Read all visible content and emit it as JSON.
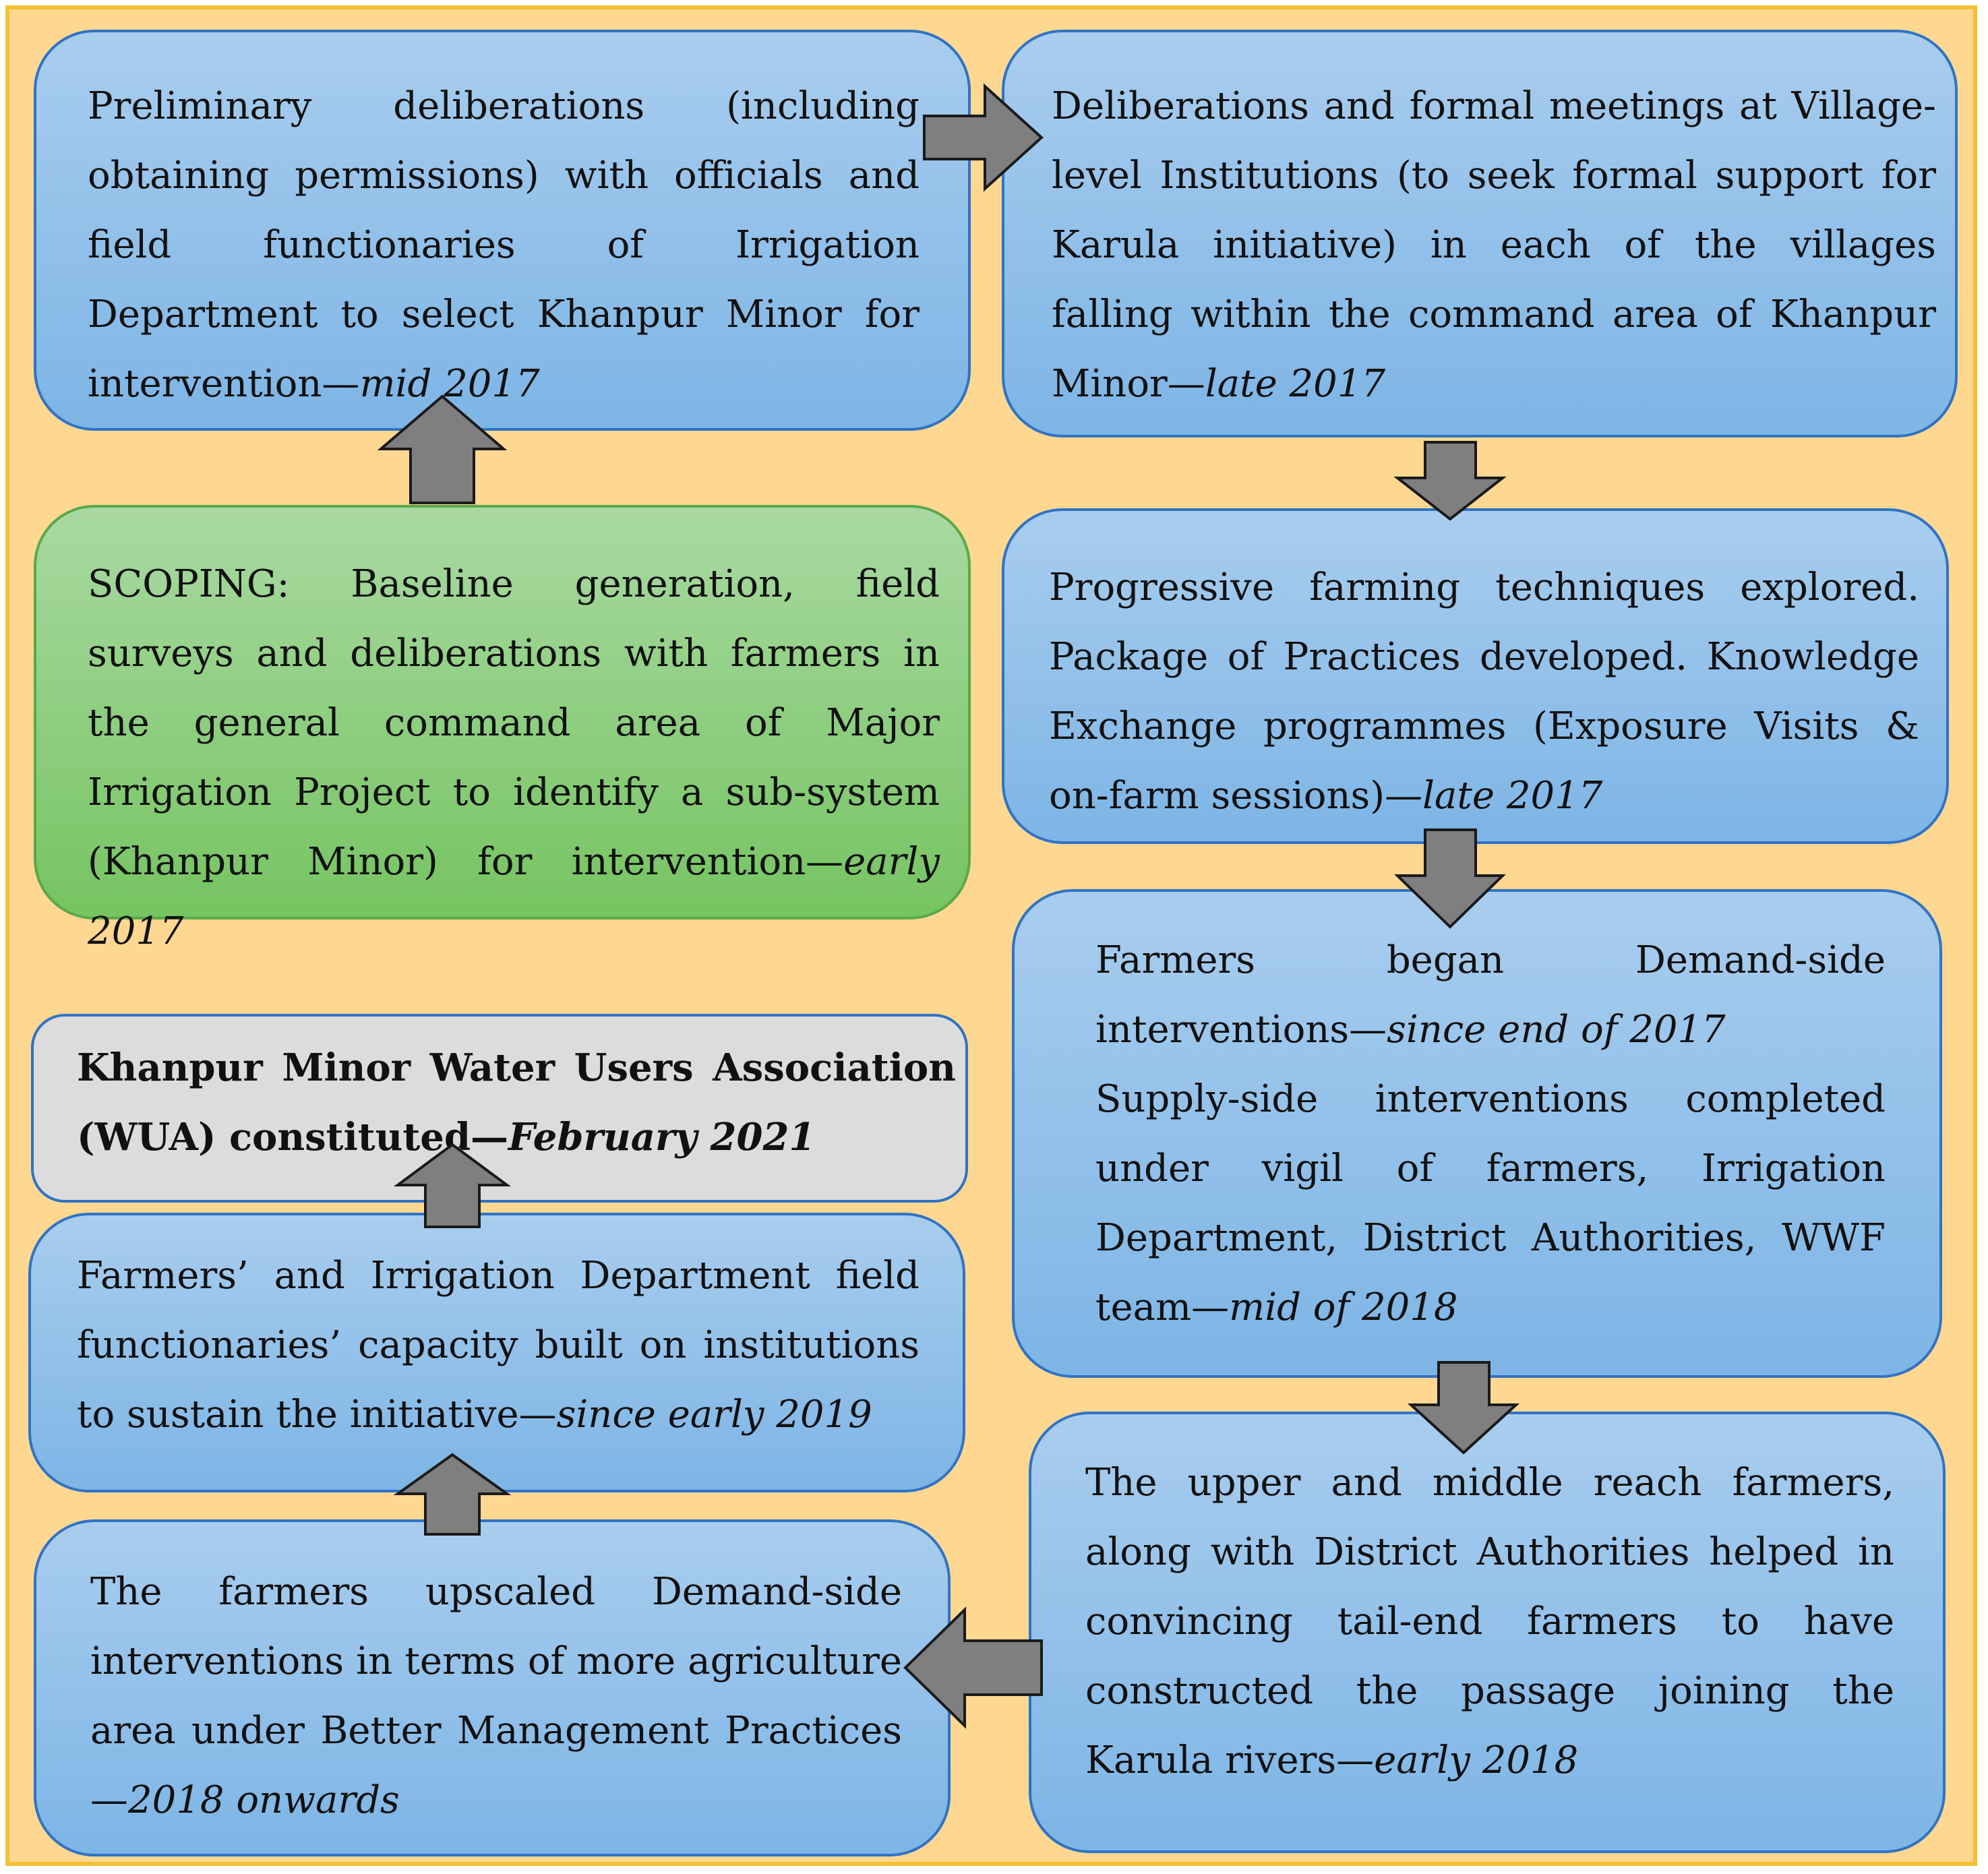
{
  "boxes": {
    "preliminary": {
      "text": "Preliminary deliberations (including obtaining permissions) with officials and field functionaries of Irrigation Department to select Khanpur Minor for intervention—",
      "date": "mid 2017"
    },
    "village": {
      "text": "Deliberations and formal meetings at Village-level Institutions (to seek formal support for Karula initiative) in each of the villages falling within the command area of Khanpur Minor—",
      "date": "late 2017"
    },
    "scoping": {
      "text": "SCOPING: Baseline generation, field surveys and deliberations with farmers in the general command area of Major Irrigation Project to identify a sub-system (Khanpur Minor) for intervention—",
      "date": "early 2017"
    },
    "progressive": {
      "text": "Progressive farming techniques explored. Package of Practices developed. Knowledge Exchange programmes (Exposure Visits & on-farm sessions)—",
      "date": "late 2017"
    },
    "demand_supply": {
      "text1": "Farmers began Demand-side interventions—",
      "date1": "since end of 2017",
      "text2": "Supply-side interventions completed under vigil of farmers, Irrigation Department, District Authorities, WWF team—",
      "date2": "mid of 2018"
    },
    "wua": {
      "text": "Khanpur Minor Water Users Association (WUA) constituted—",
      "date": "February 2021"
    },
    "capacity": {
      "text": "Farmers’ and Irrigation Department field functionaries’ capacity built on institutions to sustain the initiative—",
      "date": "since early 2019"
    },
    "upper_middle": {
      "text": "The upper and middle reach farmers, along with District Authorities helped in convincing tail-end farmers to have constructed the passage joining the Karula rivers—",
      "date": "early 2018"
    },
    "upscaled": {
      "text": "The farmers upscaled Demand-side interventions in terms of more agriculture area under Better Management Practices—",
      "date": "2018 onwards"
    }
  },
  "colors": {
    "background": "#fed791",
    "frame_border": "#f5c030",
    "blue_box": "#8fc0ea",
    "blue_border": "#2f73c6",
    "green_box": "#8fce80",
    "green_border": "#5aa84a",
    "gray_box": "#dcdcdc",
    "arrow_fill": "#7f7f7f"
  }
}
